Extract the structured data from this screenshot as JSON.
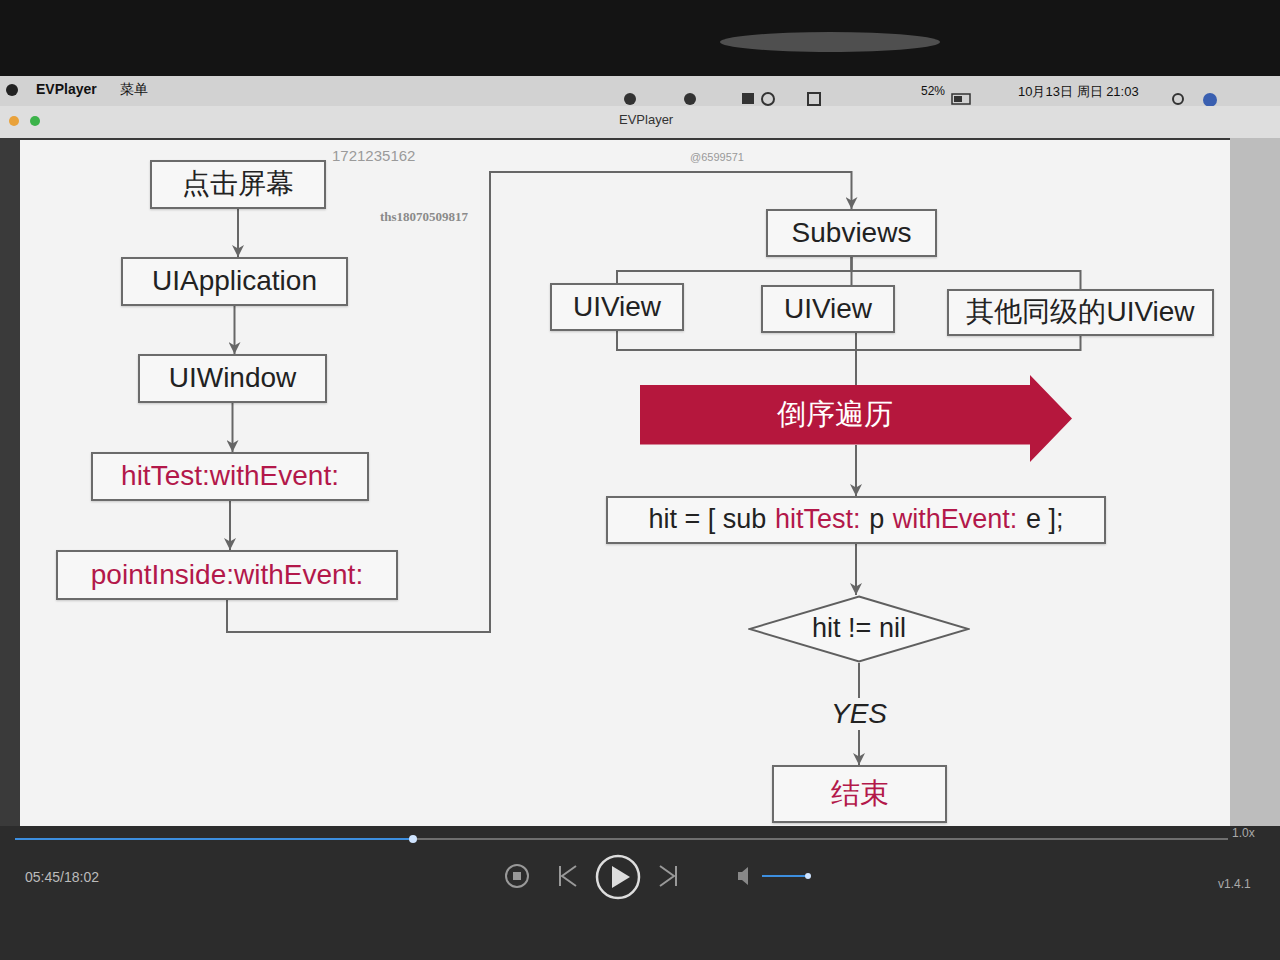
{
  "diagram": {
    "nodes": [
      {
        "text": [
          "点击屏幕"
        ]
      },
      {
        "text": [
          "UIApplication"
        ]
      },
      {
        "text": [
          "UIWindow"
        ]
      },
      {
        "text": [
          "hitTest:withEvent:"
        ]
      },
      {
        "text": [
          "pointInside:withEvent:"
        ]
      },
      {
        "text": [
          "Subviews"
        ]
      },
      {
        "text": [
          "UIView"
        ]
      },
      {
        "text": [
          "UIView"
        ]
      },
      {
        "text": [
          "其他同级的UIView"
        ]
      },
      {
        "text": [
          "倒序遍历"
        ]
      },
      {
        "text": [
          "hit = [ sub",
          "hitTest:",
          "p",
          "withEvent:",
          "e ];"
        ]
      },
      {
        "text": [
          "hit != nil"
        ]
      },
      {
        "text": [
          "结束"
        ]
      }
    ],
    "edges": [
      {
        "from": 0,
        "to": 1,
        "arrow": "to"
      },
      {
        "from": 1,
        "to": 2,
        "arrow": "to"
      },
      {
        "from": 2,
        "to": 3,
        "arrow": "to"
      },
      {
        "from": 3,
        "to": 4,
        "arrow": "to"
      },
      {
        "from": 4,
        "to": 5,
        "arrow": "to"
      },
      {
        "from": 5,
        "to": 6,
        "arrow": "none"
      },
      {
        "from": 5,
        "to": 7,
        "arrow": "none"
      },
      {
        "from": 5,
        "to": 8,
        "arrow": "none"
      },
      {
        "from": 6,
        "to": 9,
        "arrow": "none"
      },
      {
        "from": 7,
        "to": 9,
        "arrow": "none"
      },
      {
        "from": 8,
        "to": 9,
        "arrow": "none"
      },
      {
        "from": 9,
        "to": 10,
        "arrow": "to"
      },
      {
        "from": 10,
        "to": 11,
        "arrow": "to"
      },
      {
        "from": 11,
        "to": 12,
        "label": "YES",
        "arrow": "to"
      }
    ],
    "labels": [
      "EVPlayer",
      "菜单",
      "52%",
      "10月13日 周日 21:03",
      "EVPlayer",
      "1721235162",
      "ths18070509817",
      "@6599571",
      "05:45/18:02",
      "1.0x",
      "v1.4.1"
    ]
  }
}
